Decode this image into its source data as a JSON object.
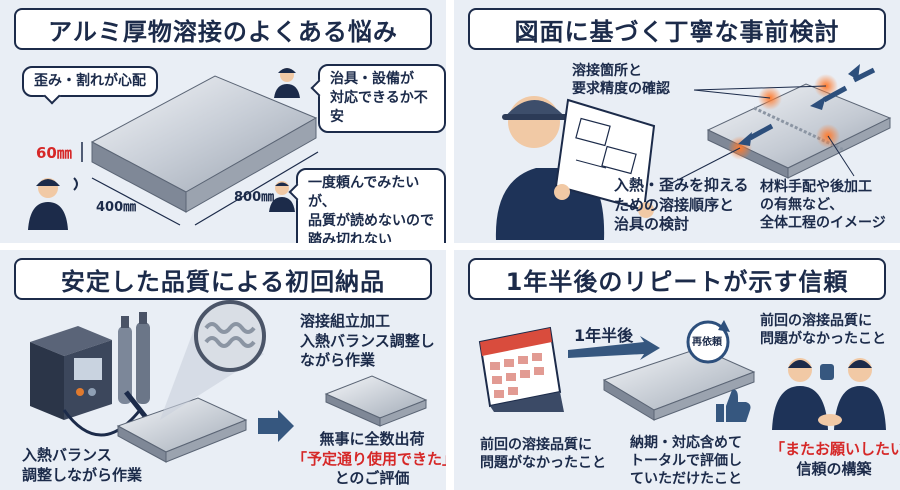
{
  "panel1": {
    "title": "アルミ厚物溶接のよくある悩み",
    "bubble_distortion": "歪み・割れが心配",
    "bubble_jig": [
      "治具・設備が",
      "対応できるか不安"
    ],
    "bubble_quality": [
      "一度頼んでみたいが、",
      "品質が読めないので",
      "踏み切れない"
    ],
    "dim_thickness": "60㎜",
    "dim_width": "400㎜",
    "dim_length": "800㎜"
  },
  "panel2": {
    "title": "図面に基づく丁寧な事前検討",
    "label_check": [
      "溶接箇所と",
      "要求精度の確認"
    ],
    "label_sequence": [
      "入熱・歪みを抑える",
      "ための溶接順序と",
      "治具の検討"
    ],
    "label_material": [
      "材料手配や後加工",
      "の有無など、",
      "全体工程のイメージ"
    ]
  },
  "panel3": {
    "title": "安定した品質による初回納品",
    "label_assembly": [
      "溶接組立加工",
      "入熱バランス調整し",
      "ながら作業"
    ],
    "label_left": [
      "入熱バランス",
      "調整しながら作業"
    ],
    "label_ship": "無事に全数出荷",
    "label_quote": "「予定通り使用できた」",
    "label_eval": "とのご評価"
  },
  "panel4": {
    "title": "1年半後のリピートが示す信頼",
    "label_after": "1年半後",
    "label_reorder": "再依頼",
    "label_prev_top": [
      "前回の溶接品質に",
      "問題がなかったこと"
    ],
    "label_prev_bottom": [
      "前回の溶接品質に",
      "問題がなかったこと"
    ],
    "label_delivery": [
      "納期・対応含めて",
      "トータルで評価し",
      "ていただけたこと"
    ],
    "label_quote": "「またお願いしたい」",
    "label_trust": "信頼の構築"
  }
}
